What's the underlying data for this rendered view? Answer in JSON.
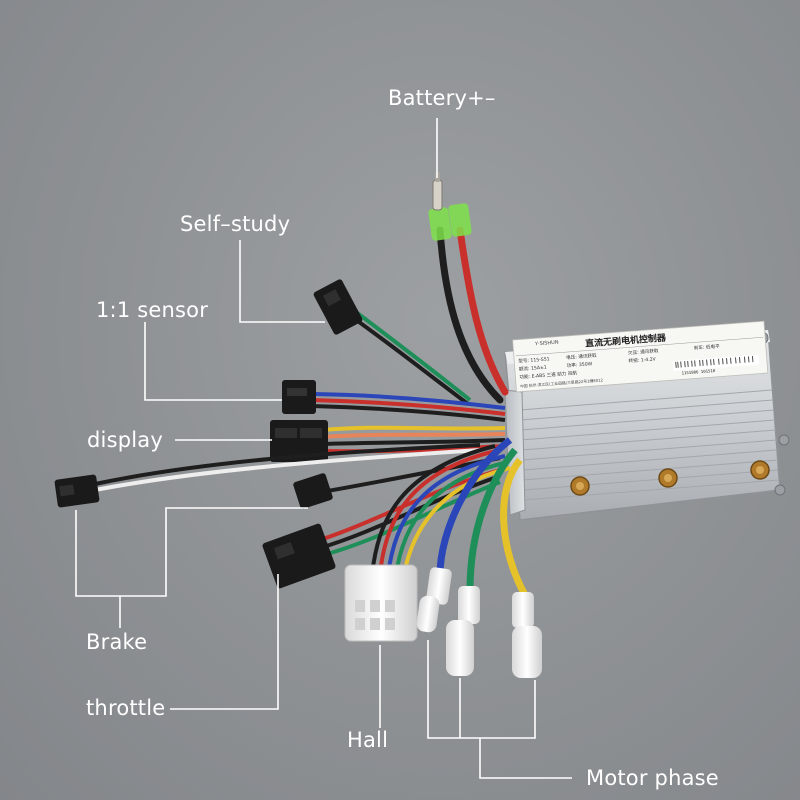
{
  "labels": {
    "battery": "Battery+–",
    "self_study": "Self–study",
    "sensor": "1:1 sensor",
    "display": "display",
    "brake": "Brake",
    "throttle": "throttle",
    "hall": "Hall",
    "motor_phase": "Motor phase"
  },
  "controller_plate": {
    "brand": "Y·SISHUN",
    "title": "直流无刷电机控制器",
    "model": "型号: 115-S51",
    "voltage": "电压: 通讯获取",
    "undervoltage": "欠压: 通讯获取",
    "brake": "刹车: 低电平",
    "current": "额流: 15A±1",
    "power": "功率: 350W",
    "throttle_range": "转把: 1-4.2V",
    "features": "功能: E-ABS   三速   助力   巡航",
    "address": "中国 杭州·滨江区(工业园路)三星路22号1幢8012",
    "barcode_text": "1151806 101510"
  },
  "colors": {
    "background": "#8e9194",
    "label_text": "#ffffff",
    "leader_line": "#ffffff",
    "wire_red": "#c9302c",
    "wire_black": "#1e1e1e",
    "wire_green": "#1f8f5a",
    "wire_blue": "#2a46b8",
    "wire_yellow": "#e6c22a",
    "wire_white": "#eeeeee",
    "wire_orange": "#e8845a",
    "connector_black": "#1a1a1a",
    "connector_white": "#f2f2f2",
    "housing": "#cfd2d6"
  }
}
